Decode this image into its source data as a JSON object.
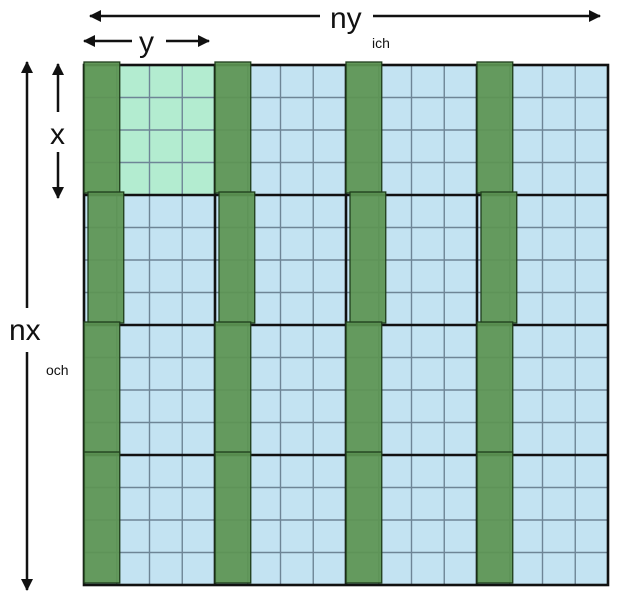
{
  "labels": {
    "ny": "ny",
    "ny_sub": "ich",
    "y": "y",
    "x": "x",
    "nx": "nx",
    "nx_sub": "och"
  },
  "grid": {
    "block_rows": 4,
    "block_cols": 4,
    "cells_per_block": 4,
    "highlighted_block": {
      "row": 0,
      "col": 0
    }
  },
  "colors": {
    "cell_fill": "#c3e3f2",
    "highlight_fill": "#b3ecd0",
    "fine_line": "#6e8596",
    "block_line": "#111111",
    "bar_fill": "#5c9553",
    "bar_stroke": "#1f3d1c",
    "arrow": "#111111"
  }
}
